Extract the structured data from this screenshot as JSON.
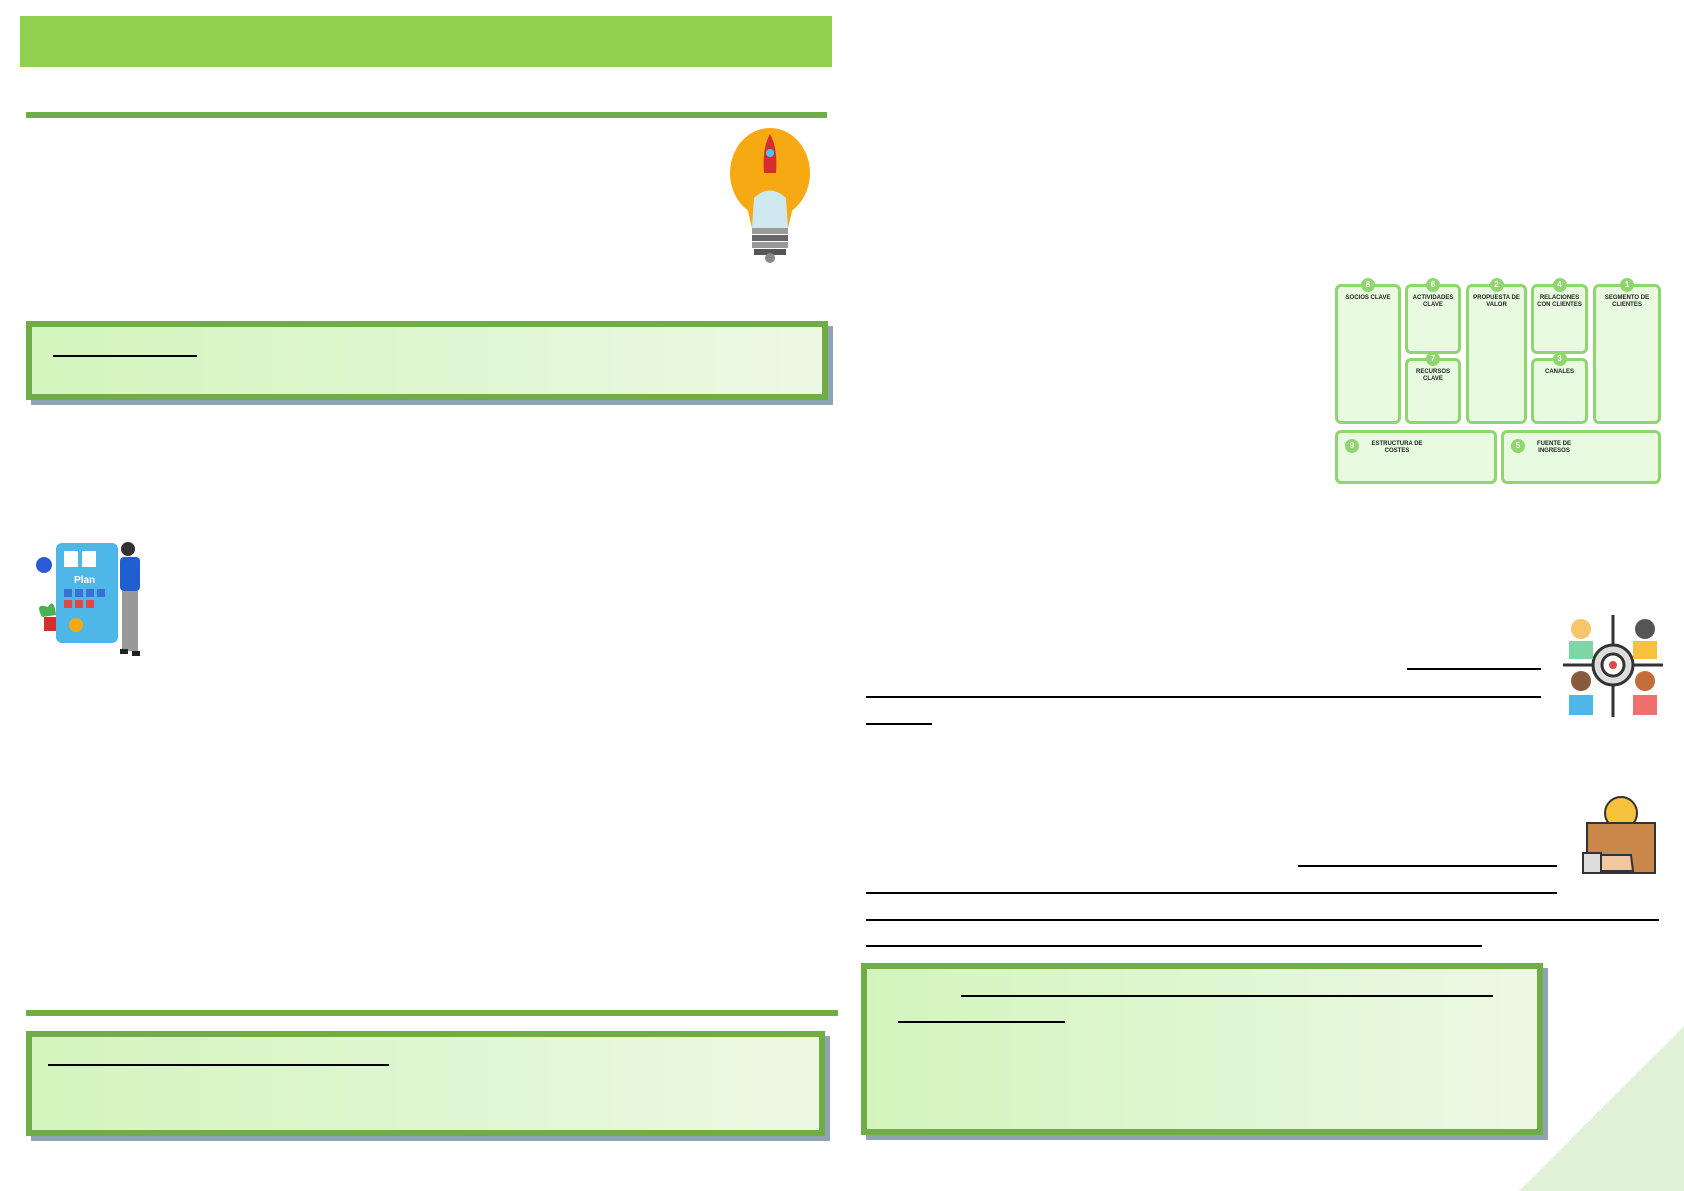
{
  "canvas": {
    "cells": [
      {
        "num": "8",
        "label": "SOCIOS CLAVE"
      },
      {
        "num": "6",
        "label": "ACTIVIDADES CLAVE"
      },
      {
        "num": "7",
        "label": "RECURSOS CLAVE"
      },
      {
        "num": "2",
        "label": "PROPUESTA DE VALOR"
      },
      {
        "num": "4",
        "label": "RELACIONES CON CLIENTES"
      },
      {
        "num": "3",
        "label": "CANALES"
      },
      {
        "num": "1",
        "label": "SEGMENTO DE CLIENTES"
      },
      {
        "num": "9",
        "label": "ESTRUCTURA DE COSTES"
      },
      {
        "num": "5",
        "label": "FUENTE DE INGRESOS"
      }
    ]
  },
  "illustration": {
    "plan_label": "Plan"
  },
  "colors": {
    "banner": "#92d050",
    "rule": "#70ad47",
    "box_fill": "#e2f5d5"
  }
}
